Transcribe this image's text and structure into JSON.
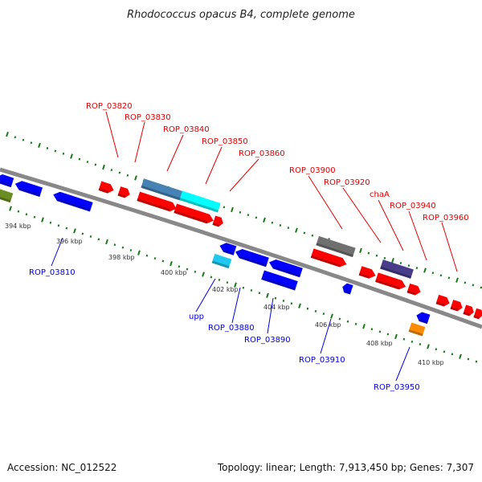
{
  "title": "Rhodococcus opacus B4, complete genome",
  "footer": {
    "accession": "Accession: NC_012522",
    "summary": "Topology: linear; Length: 7,913,450 bp; Genes: 7,307"
  },
  "ticks": [
    "394 kbp",
    "396 kbp",
    "398 kbp",
    "400 kbp",
    "402 kbp",
    "404 kbp",
    "406 kbp",
    "408 kbp",
    "410 kbp"
  ],
  "forward_labels": [
    "ROP_03820",
    "ROP_03830",
    "ROP_03840",
    "ROP_03850",
    "ROP_03860",
    "ROP_03900",
    "ROP_03920",
    "chaA",
    "ROP_03940",
    "ROP_03960"
  ],
  "reverse_labels": [
    "ROP_03810",
    "upp",
    "ROP_03880",
    "ROP_03890",
    "ROP_03910",
    "ROP_03950"
  ],
  "colors": {
    "forward_cds": "#ff0000",
    "reverse_cds": "#0000ff",
    "backbone": "#888888",
    "ticks": "#1a7a1a",
    "forward_label": "#e00000",
    "reverse_label": "#0000dd"
  }
}
